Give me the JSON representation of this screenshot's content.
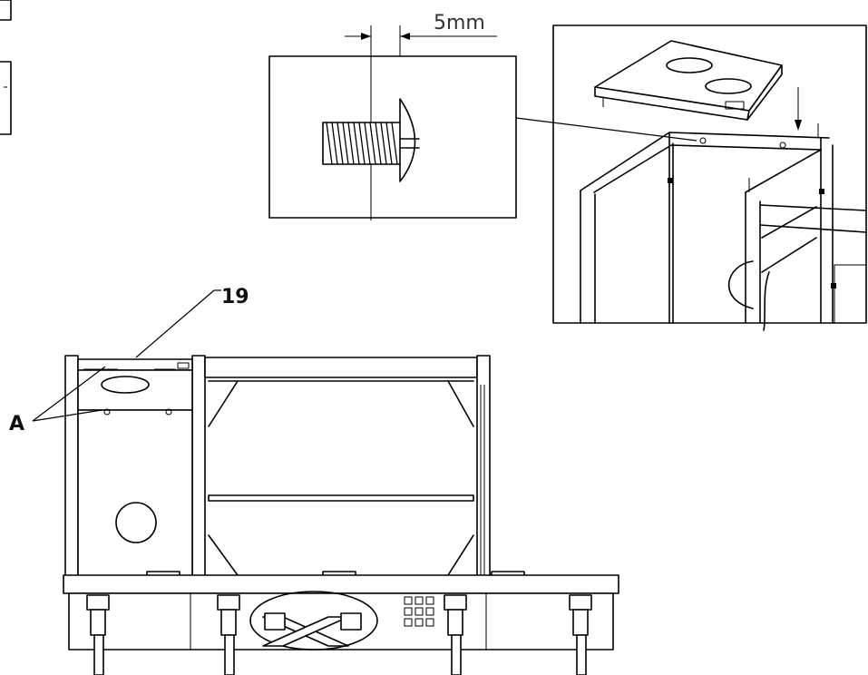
{
  "callouts": {
    "part_number": "19",
    "screw_point": "A",
    "gap_dimension": "5mm"
  }
}
